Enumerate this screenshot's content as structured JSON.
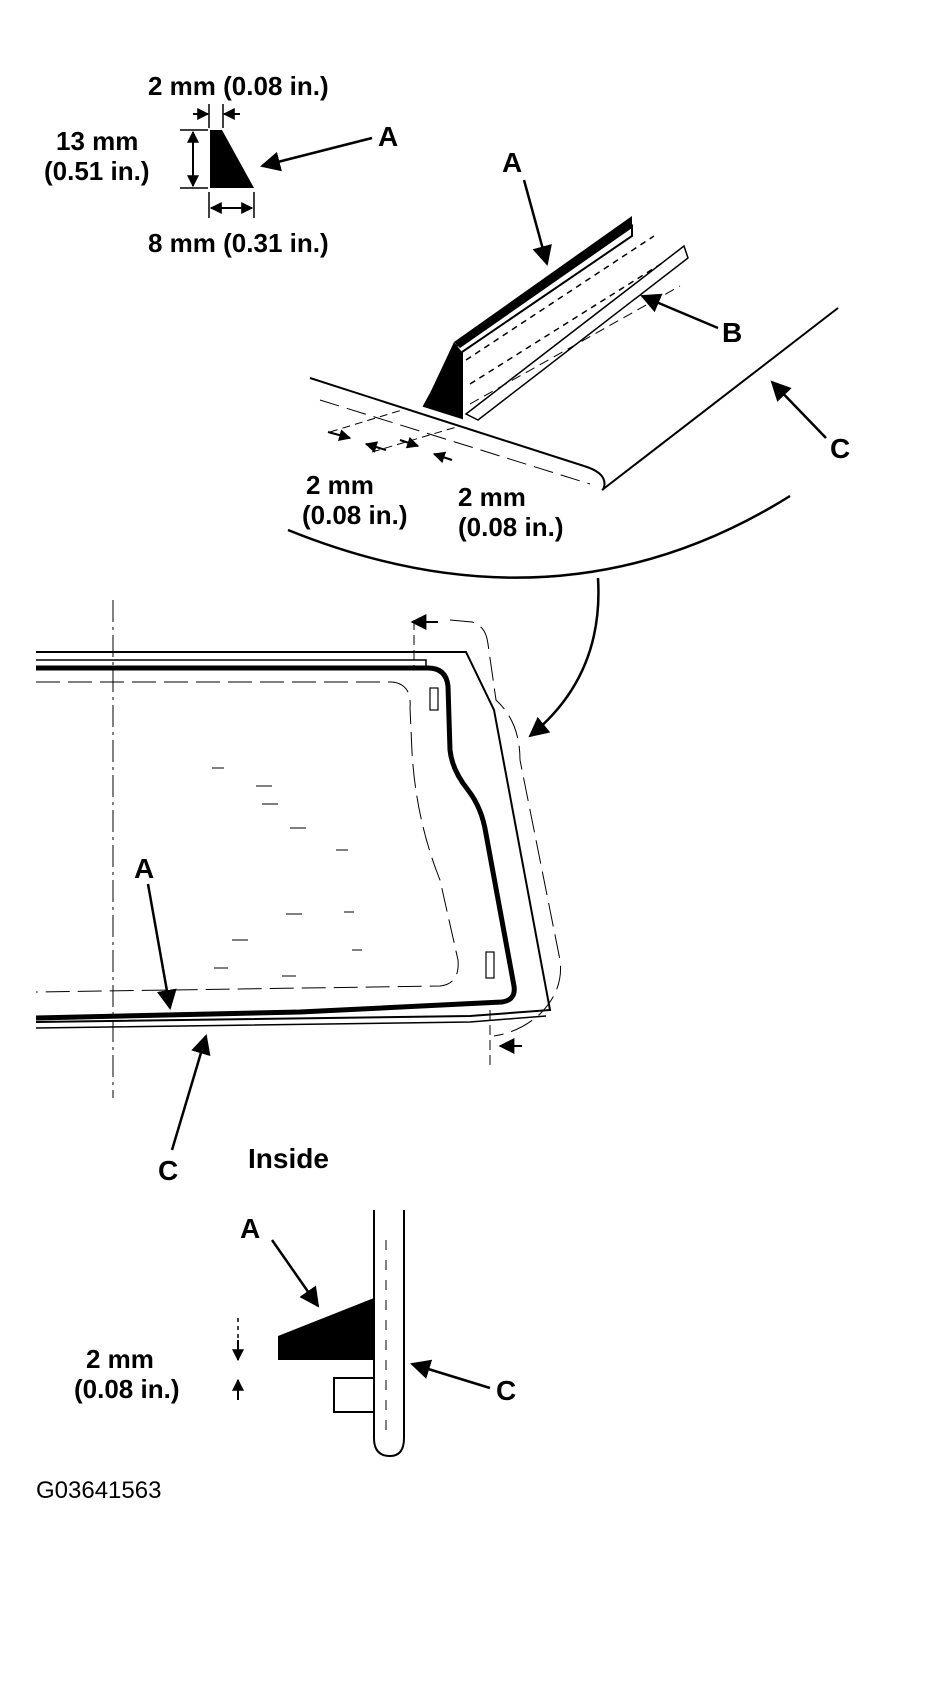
{
  "detail_top": {
    "dim_top": "2 mm (0.08 in.)",
    "dim_height_mm": "13 mm",
    "dim_height_in": "(0.51 in.)",
    "dim_bottom": "8 mm (0.31 in.)",
    "callout": "A"
  },
  "detail_strip": {
    "callout_a": "A",
    "callout_b": "B",
    "callout_c": "C",
    "gap_left_mm": "2 mm",
    "gap_left_in": "(0.08 in.)",
    "gap_right_mm": "2 mm",
    "gap_right_in": "(0.08 in.)"
  },
  "window_view": {
    "callout_a": "A",
    "callout_c": "C"
  },
  "section_view": {
    "title": "Inside",
    "callout_a": "A",
    "callout_c": "C",
    "offset_mm": "2 mm",
    "offset_in": "(0.08 in.)"
  },
  "figure_code": "G03641563"
}
